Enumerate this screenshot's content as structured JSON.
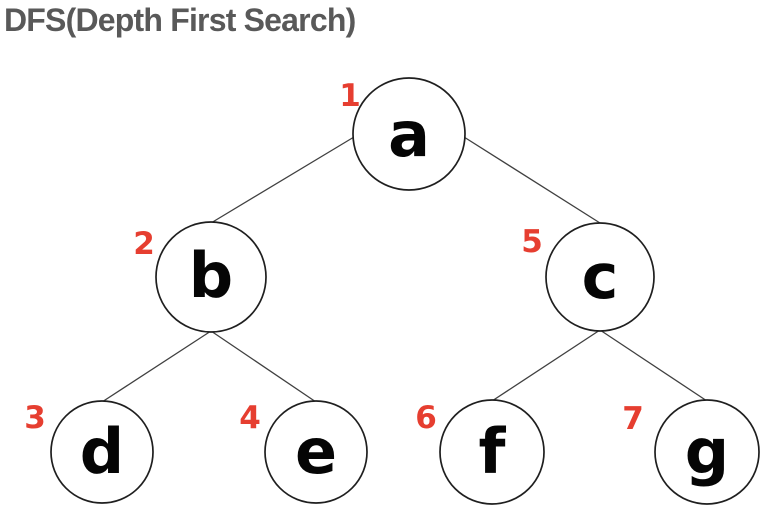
{
  "title": "DFS(Depth First Search)",
  "colors": {
    "background": "#ffffff",
    "title_text": "#595959",
    "order_number": "#e63e30",
    "node_stroke": "#1f1f1f",
    "node_fill": "#ffffff",
    "node_label": "#050505",
    "edge_line": "#404040"
  },
  "tree": {
    "nodes": [
      {
        "label": "a",
        "order": "1"
      },
      {
        "label": "b",
        "order": "2"
      },
      {
        "label": "c",
        "order": "5"
      },
      {
        "label": "d",
        "order": "3"
      },
      {
        "label": "e",
        "order": "4"
      },
      {
        "label": "f",
        "order": "6"
      },
      {
        "label": "g",
        "order": "7"
      }
    ],
    "edges": [
      {
        "from": "a",
        "to": "b"
      },
      {
        "from": "a",
        "to": "c"
      },
      {
        "from": "b",
        "to": "d"
      },
      {
        "from": "b",
        "to": "e"
      },
      {
        "from": "c",
        "to": "f"
      },
      {
        "from": "c",
        "to": "g"
      }
    ]
  }
}
